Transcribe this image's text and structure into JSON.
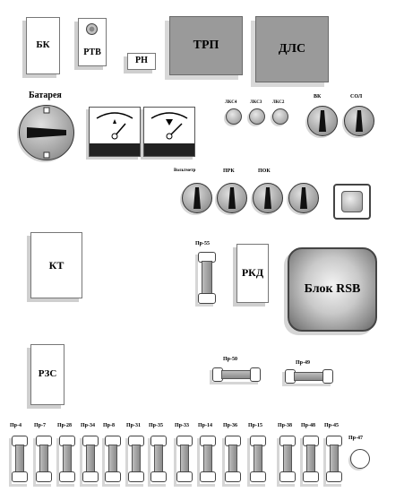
{
  "top": {
    "bk": "БК",
    "rtv": "РТВ",
    "rn": "РН",
    "trp": "ТРП",
    "dls": "ДЛС"
  },
  "battery": {
    "label": "Батарея"
  },
  "lamps": {
    "l1": "ЛКС4",
    "l2": "ЛКС3",
    "l3": "ЛКС2"
  },
  "knobs_top": {
    "vk": "ВК",
    "sol": "СОЛ"
  },
  "knobs_mid": {
    "k1": "Вольтметр",
    "k2": "ПРК",
    "k3": "ПОК"
  },
  "middle": {
    "kt": "КТ",
    "rkd": "РКД",
    "rsb": "Блок RSB",
    "pr55": "Пр-55"
  },
  "lower": {
    "rzs": "РЗС",
    "pr50": "Пр-50",
    "pr49": "Пр-49"
  },
  "fuses_bottom": [
    "Пр-4",
    "Пр-7",
    "Пр-28",
    "Пр-34",
    "Пр-8",
    "Пр-31",
    "Пр-35",
    "Пр-33",
    "Пр-14",
    "Пр-36",
    "Пр-15",
    "Пр-38",
    "Пр-48",
    "Пр-45"
  ],
  "pr47": "Пр-47"
}
